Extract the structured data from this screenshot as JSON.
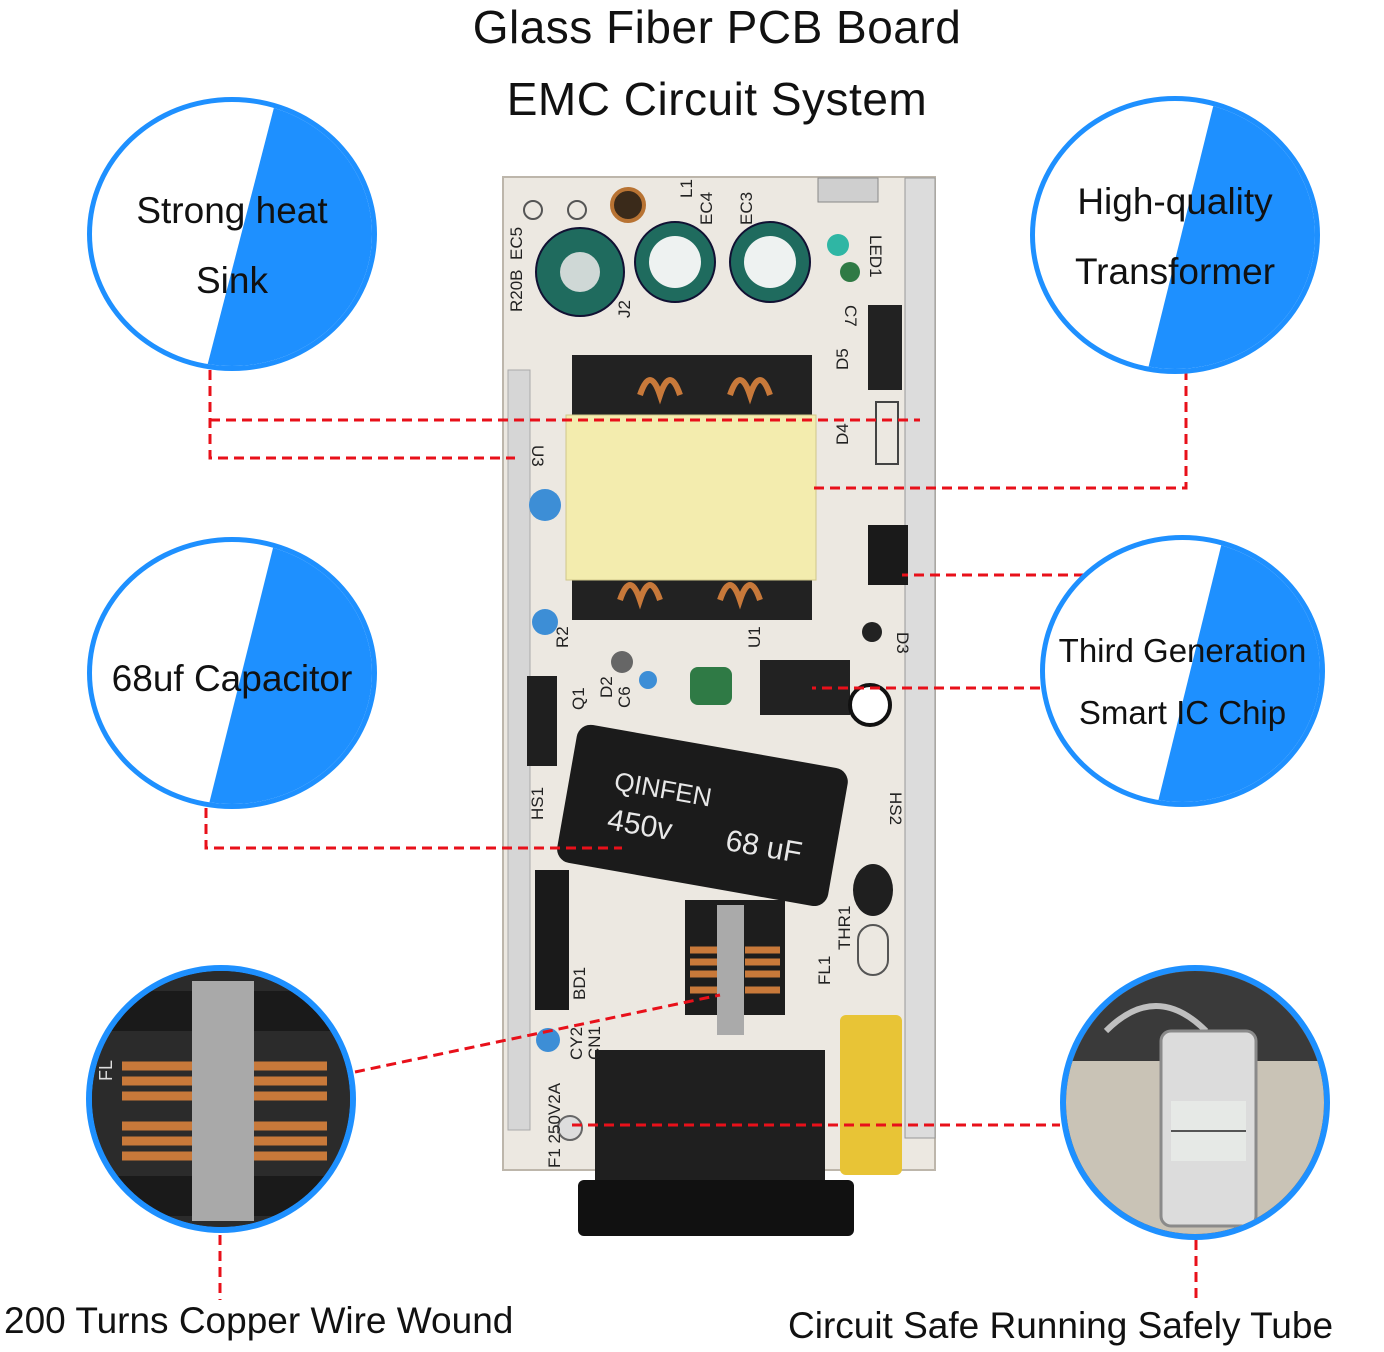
{
  "title": {
    "line1": "Glass Fiber PCB Board",
    "line2": "EMC Circuit System"
  },
  "features": [
    {
      "id": "heat-sink",
      "line1": "Strong heat",
      "line2": "Sink"
    },
    {
      "id": "transformer",
      "line1": "High-quality",
      "line2": "Transformer"
    },
    {
      "id": "capacitor",
      "line1": "68uf Capacitor",
      "line2": ""
    },
    {
      "id": "ic-chip",
      "line1": "Third Generation",
      "line2": "Smart  IC Chip"
    }
  ],
  "bottom_captions": {
    "left": "200 Turns Copper Wire Wound",
    "right": "Circuit Safe Running Safely Tube"
  },
  "board_markings": {
    "ec5": "EC5",
    "r20b": "R20B",
    "ec4": "EC4",
    "ec3": "EC3",
    "l1": "L1",
    "j2": "J2",
    "c7": "C7",
    "led1": "LED1",
    "d5": "D5",
    "d4": "D4",
    "u3": "U3",
    "r2": "R2",
    "u1": "U1",
    "d3": "D3",
    "d2": "D2",
    "c6": "C6",
    "q1": "Q1",
    "hs1": "HS1",
    "hs2": "HS2",
    "thr1": "THR1",
    "fl1": "FL1",
    "bd1": "BD1",
    "cy2": "CY2",
    "cn1": "CN1",
    "f1": "F1 250V2A",
    "cap_brand": "QINFEN",
    "cap_voltage": "450v",
    "cap_value": "68 uF",
    "fl_label": "FL"
  },
  "colors": {
    "accent": "#1e90ff",
    "leader": "#e8101a",
    "pcb": "#ece8e1",
    "transformer_tape": "#f3ecae",
    "capacitor_body": "#1b1b1b",
    "fuse_cap": "#e8c436"
  }
}
